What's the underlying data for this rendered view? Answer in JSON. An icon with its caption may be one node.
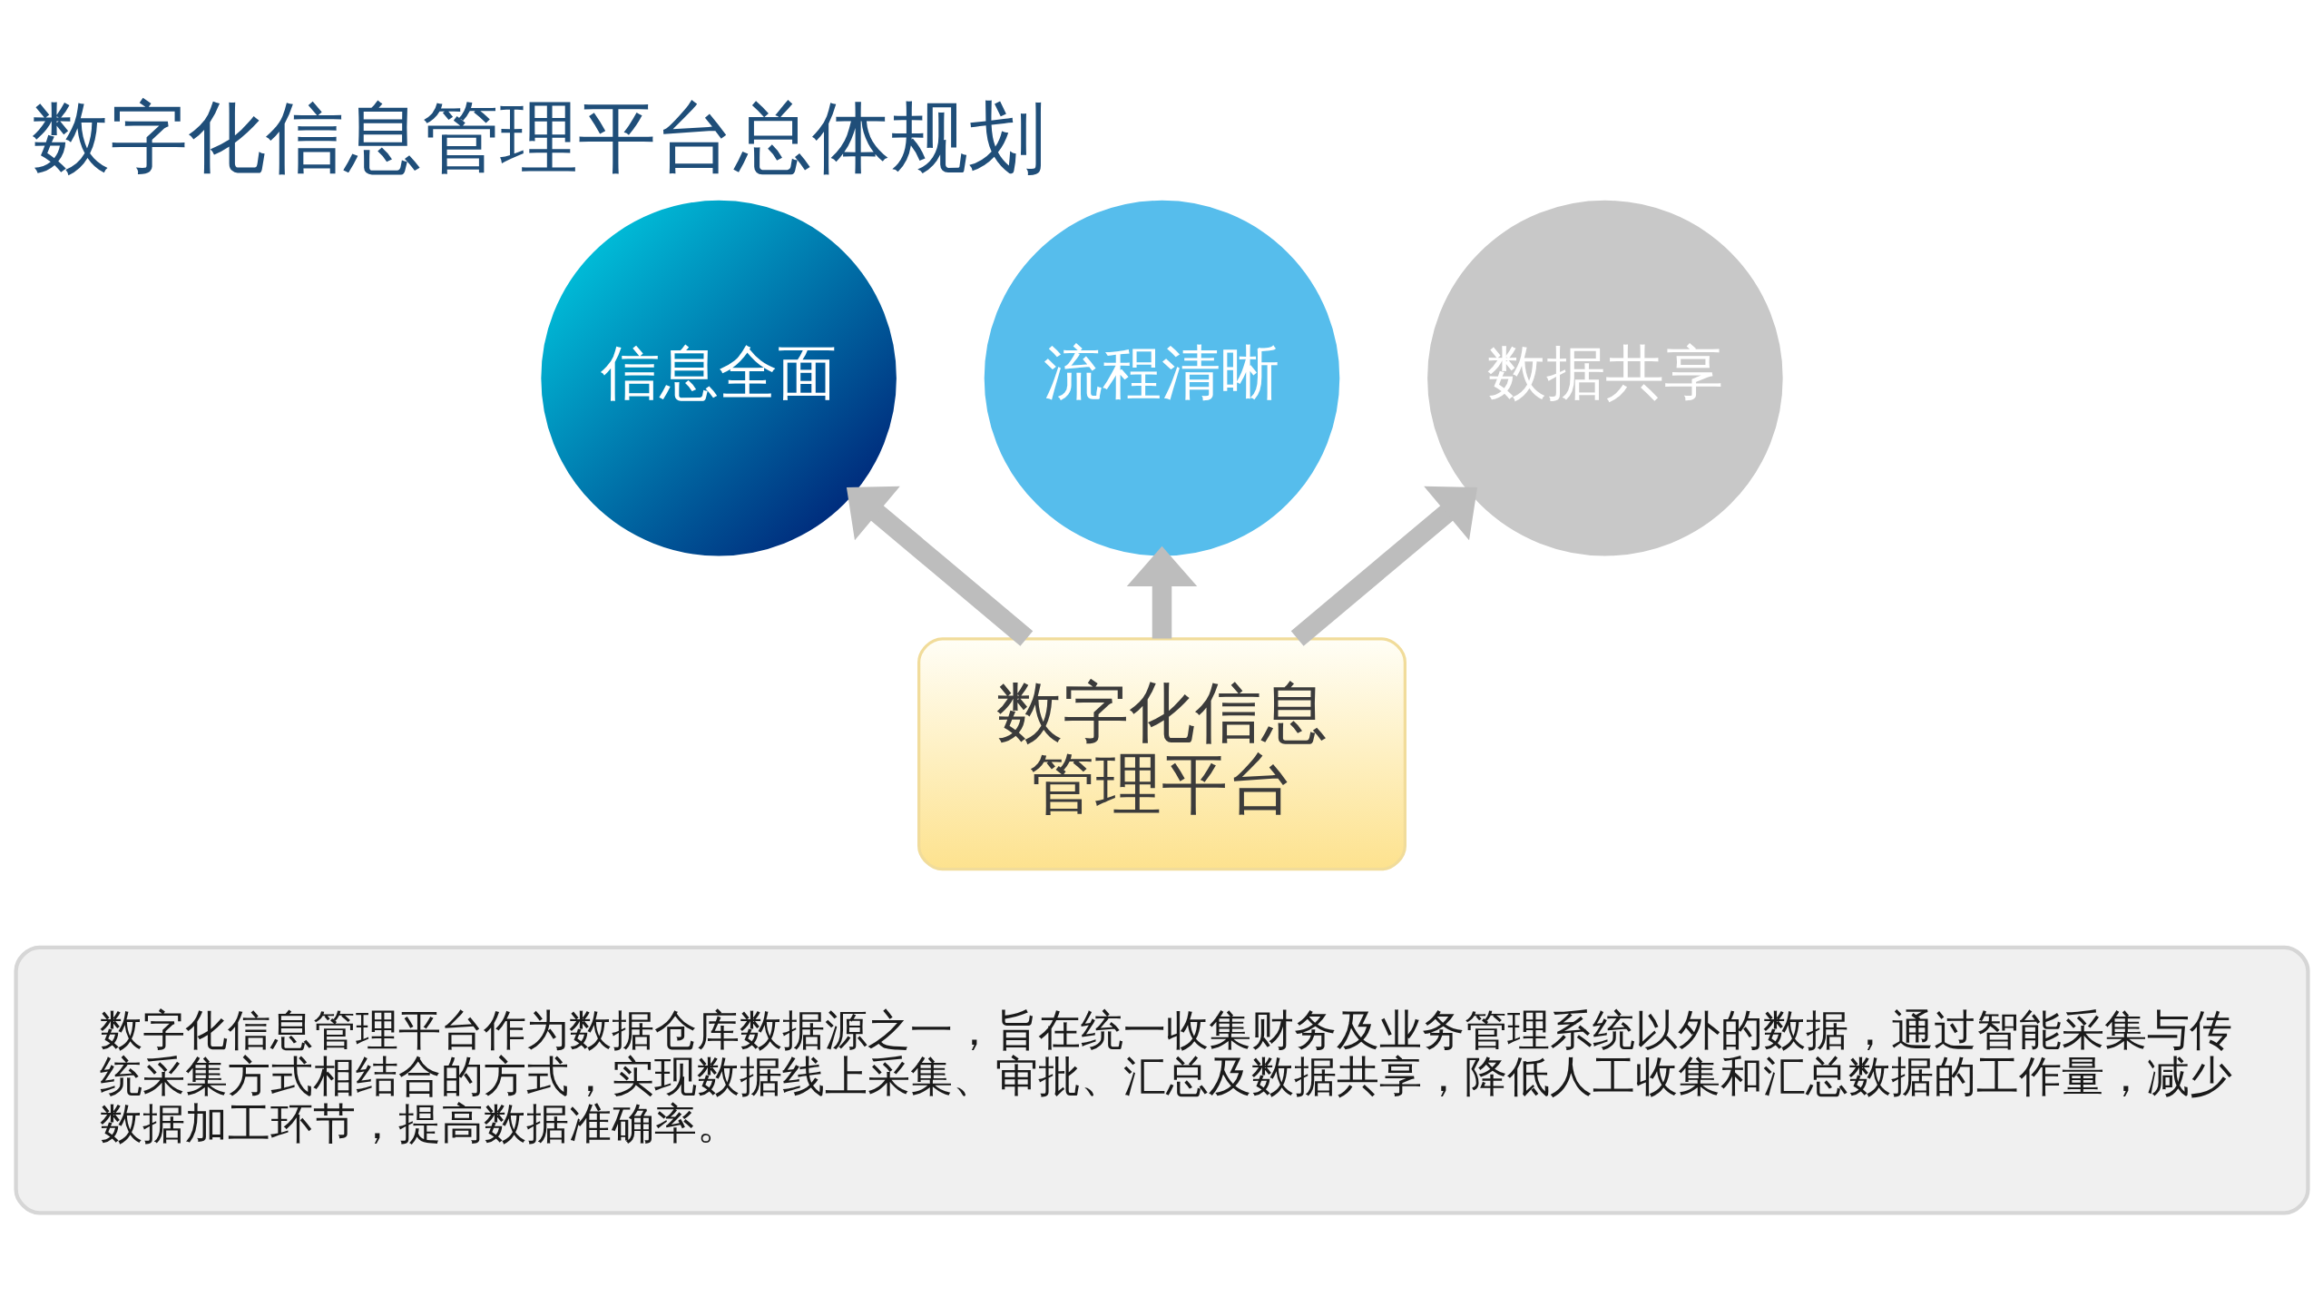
{
  "diagram": {
    "title": "数字化信息管理平台总体规划",
    "nodes": [
      {
        "text": [
          "数字化信息管理平台"
        ]
      },
      {
        "text": [
          "信息全面"
        ]
      },
      {
        "text": [
          "流程清晰"
        ]
      },
      {
        "text": [
          "数据共享"
        ]
      },
      {
        "text": [
          "数字化信息管理平台作为数据仓库数据源之一，旨在统一收集财务及业务管理系统以外的数据，通过智能采集与传统采集方式相结合的方式，实现数据线上采集、审批、汇总及数据共享，降低人工收集和汇总数据的工作量，减少数据加工环节，提高数据准确率。"
        ]
      }
    ],
    "edges": [
      {
        "from": 0,
        "to": 1,
        "arrow": "to"
      },
      {
        "from": 0,
        "to": 2,
        "arrow": "to"
      },
      {
        "from": 0,
        "to": 3,
        "arrow": "to"
      }
    ]
  }
}
